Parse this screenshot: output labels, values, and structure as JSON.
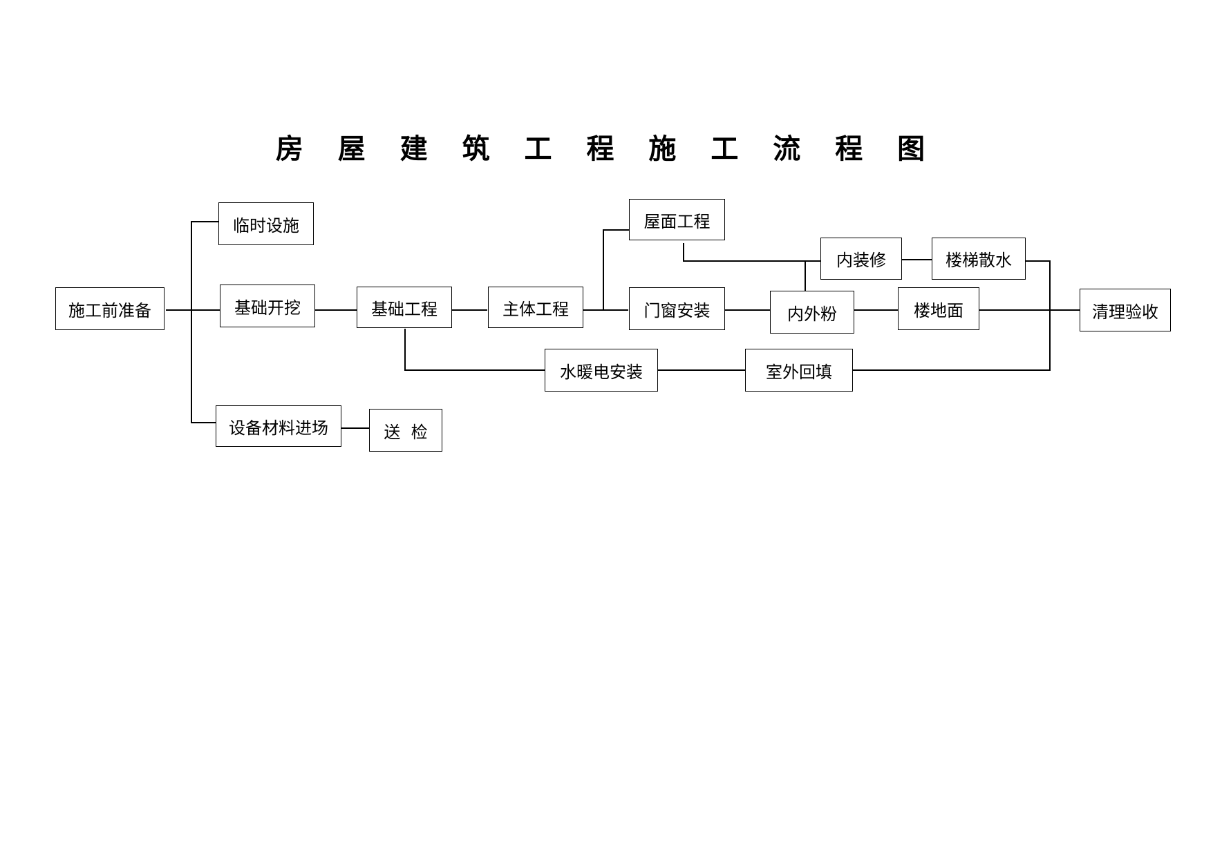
{
  "title": "房 屋 建 筑 工 程 施 工 流 程 图",
  "nodes": {
    "prep": "施工前准备",
    "temp_facilities": "临时设施",
    "foundation_excavation": "基础开挖",
    "materials_entry": "设备材料进场",
    "inspection": "送  检",
    "foundation_works": "基础工程",
    "main_structure": "主体工程",
    "roof_works": "屋面工程",
    "doors_windows": "门窗安装",
    "interior_exterior_plaster": "内外粉",
    "interior_decoration": "内装修",
    "stairs_apron": "楼梯散水",
    "floor_surface": "楼地面",
    "plumbing_hvac_electrical": "水暖电安装",
    "outdoor_backfill": "室外回填",
    "cleanup_acceptance": "清理验收"
  }
}
